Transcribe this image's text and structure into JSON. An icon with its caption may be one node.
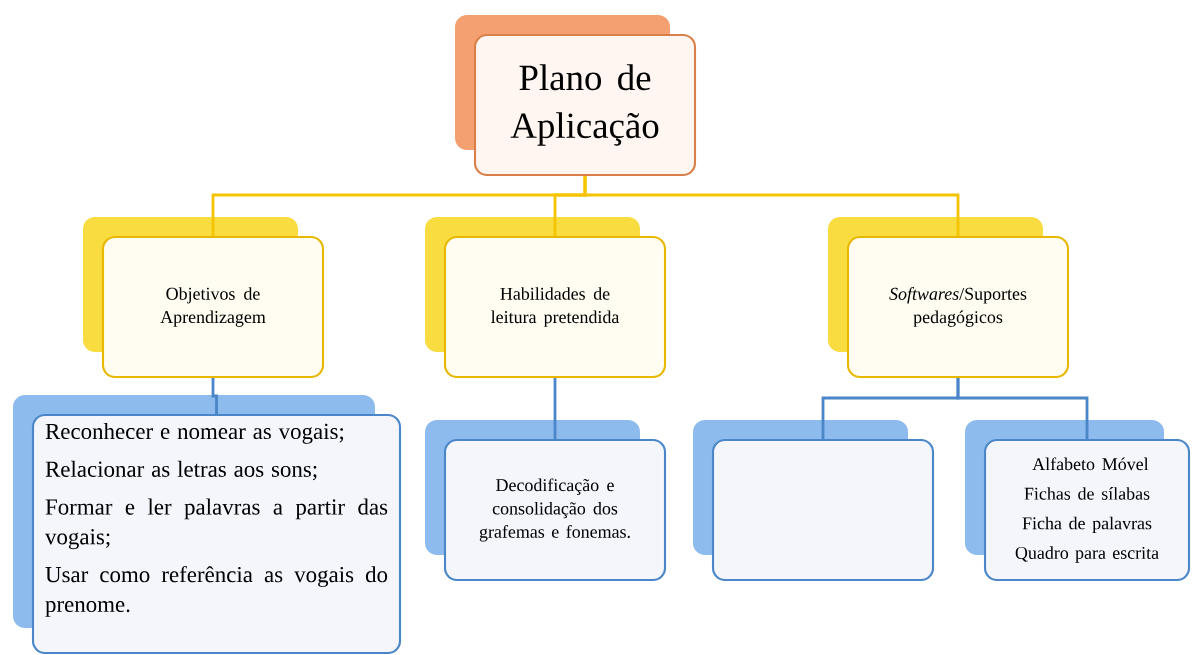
{
  "diagram": {
    "nodes": [
      {
        "text": [
          "Plano de Aplicação"
        ]
      },
      {
        "text": [
          "Objetivos de Aprendizagem"
        ]
      },
      {
        "text": [
          "Habilidades de leitura pretendida"
        ]
      },
      {
        "text": [
          "*Softwares*/Suportes pedagógicos"
        ]
      },
      {
        "text": [
          "Reconhecer e nomear as vogais;",
          "Relacionar as letras aos sons;",
          "Formar e ler palavras a partir das vogais;",
          "Usar como referência as vogais do prenome."
        ]
      },
      {
        "text": [
          "Decodificação e consolidação dos grafemas e fonemas."
        ]
      },
      {
        "text": [],
        "shape": "box"
      },
      {
        "text": [
          "Alfabeto Móvel",
          "Fichas de sílabas",
          "Ficha de palavras",
          "Quadro para escrita"
        ]
      }
    ],
    "edges": [
      {
        "from": 0,
        "to": 1,
        "arrow": "none",
        "color": "#f5c400"
      },
      {
        "from": 0,
        "to": 2,
        "arrow": "none",
        "color": "#f5c400"
      },
      {
        "from": 0,
        "to": 3,
        "arrow": "none",
        "color": "#f5c400"
      },
      {
        "from": 1,
        "to": 4,
        "arrow": "none"
      },
      {
        "from": 2,
        "to": 5,
        "arrow": "none"
      },
      {
        "from": 3,
        "to": 6,
        "arrow": "none"
      },
      {
        "from": 3,
        "to": 7,
        "arrow": "none"
      }
    ]
  }
}
